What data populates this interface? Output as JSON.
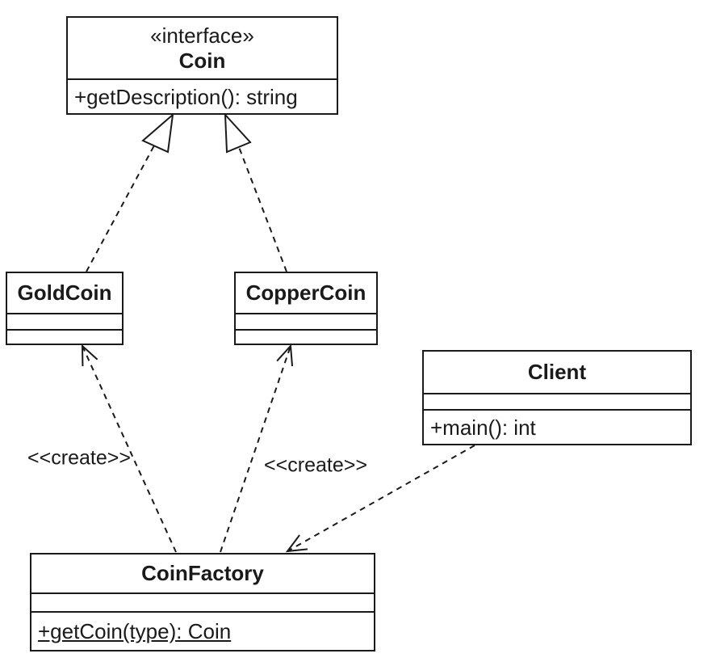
{
  "diagram": {
    "kind": "uml-class-diagram",
    "background_color": "#ffffff",
    "stroke_color": "#1a1a1a",
    "text_color": "#1a1a1a"
  },
  "classes": {
    "coin": {
      "stereotype": "«interface»",
      "name": "Coin",
      "attributes": [],
      "methods": [
        "+getDescription(): string"
      ]
    },
    "goldcoin": {
      "name": "GoldCoin",
      "attributes": [],
      "methods": []
    },
    "coppercoin": {
      "name": "CopperCoin",
      "attributes": [],
      "methods": []
    },
    "client": {
      "name": "Client",
      "attributes": [],
      "methods": [
        "+main(): int"
      ]
    },
    "coinfactory": {
      "name": "CoinFactory",
      "attributes": [],
      "methods": [
        "+getCoin(type): Coin"
      ],
      "methods_static": true
    }
  },
  "relationships": [
    {
      "from": "GoldCoin",
      "to": "Coin",
      "type": "realization",
      "line": "dashed",
      "arrowhead": "hollow-triangle",
      "label": ""
    },
    {
      "from": "CopperCoin",
      "to": "Coin",
      "type": "realization",
      "line": "dashed",
      "arrowhead": "hollow-triangle",
      "label": ""
    },
    {
      "from": "CoinFactory",
      "to": "GoldCoin",
      "type": "dependency",
      "line": "dashed",
      "arrowhead": "open",
      "label": "<<create>>"
    },
    {
      "from": "CoinFactory",
      "to": "CopperCoin",
      "type": "dependency",
      "line": "dashed",
      "arrowhead": "open",
      "label": "<<create>>"
    },
    {
      "from": "Client",
      "to": "CoinFactory",
      "type": "dependency",
      "line": "dashed",
      "arrowhead": "open",
      "label": ""
    }
  ]
}
